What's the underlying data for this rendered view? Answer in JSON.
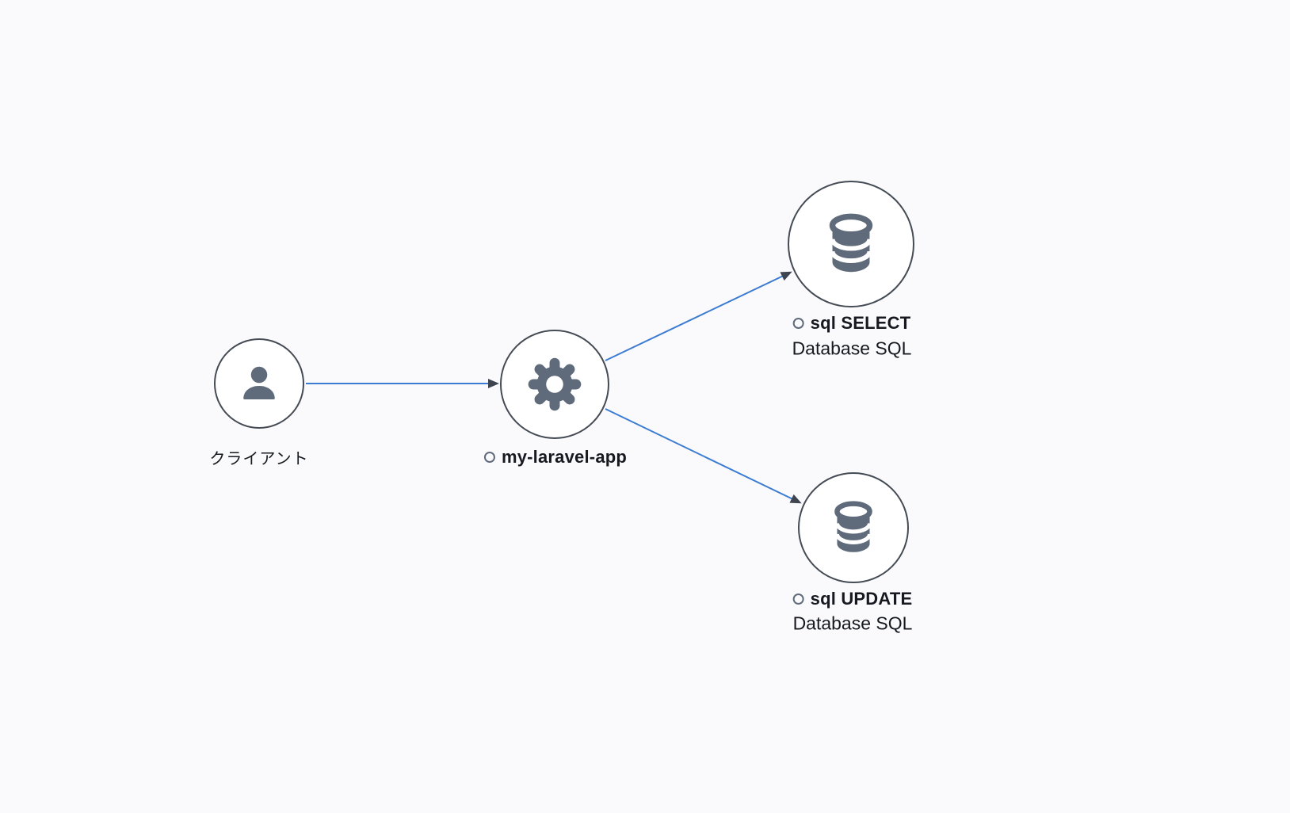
{
  "diagram": {
    "type": "service-map",
    "colors": {
      "background": "#fafafc",
      "node-fill": "#ffffff",
      "node-border": "#454b54",
      "icon": "#5f6b7a",
      "edge": "#3b7cd2",
      "arrow": "#3e4450",
      "marker-ring": "#5f6b7a",
      "text": "#16191f"
    },
    "nodes": [
      {
        "id": "client",
        "label": "クライアント",
        "icon": "user-icon"
      },
      {
        "id": "my-laravel-app",
        "label": "my-laravel-app",
        "icon": "gear-icon"
      },
      {
        "id": "sql-select",
        "label": "sql SELECT",
        "sublabel": "Database SQL",
        "icon": "database-icon"
      },
      {
        "id": "sql-update",
        "label": "sql UPDATE",
        "sublabel": "Database SQL",
        "icon": "database-icon"
      }
    ],
    "edges": [
      {
        "from": "client",
        "to": "my-laravel-app"
      },
      {
        "from": "my-laravel-app",
        "to": "sql-select"
      },
      {
        "from": "my-laravel-app",
        "to": "sql-update"
      }
    ]
  }
}
